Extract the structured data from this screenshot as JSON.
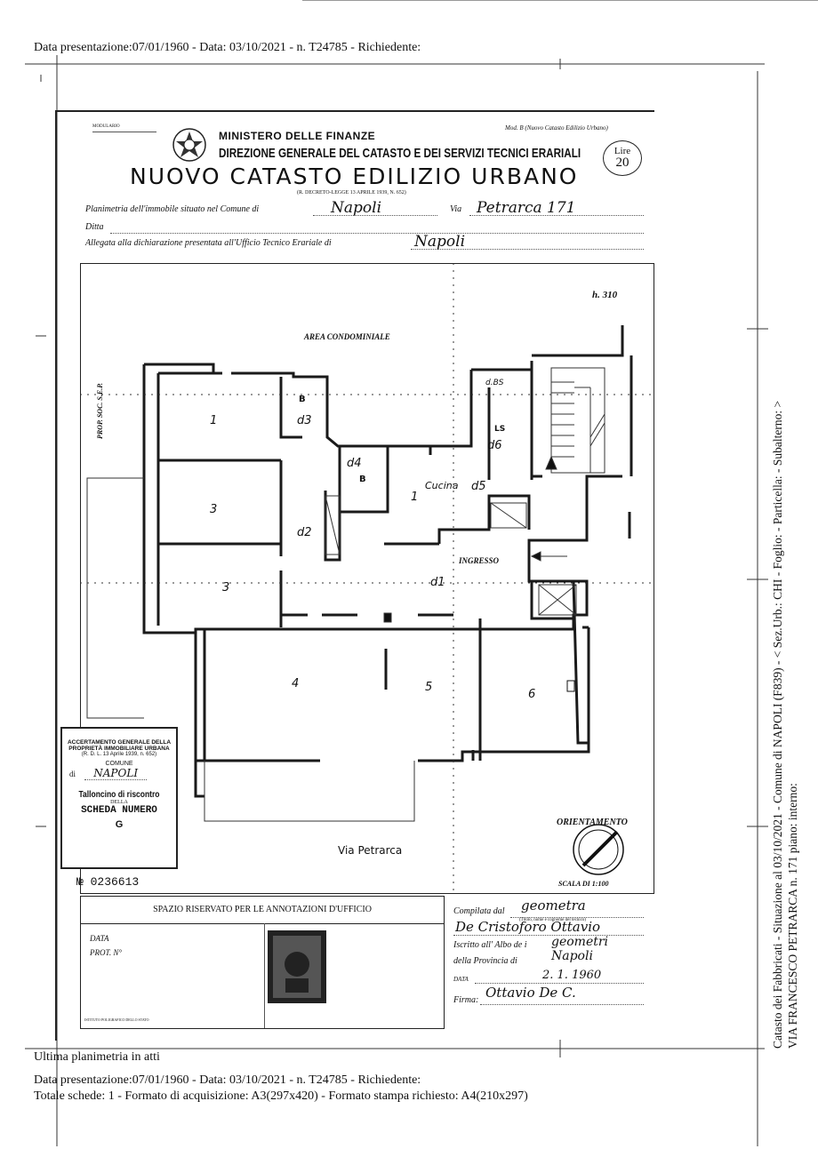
{
  "header_line": "Data presentazione:07/01/1960 - Data: 03/10/2021 - n. T24785 - Richiedente:",
  "form": {
    "top_left_code": "MODULARIO",
    "model_note": "Mod. B (Nuovo Catasto Edilizio Urbano)",
    "ministry": "MINISTERO DELLE FINANZE",
    "directorate": "DIREZIONE GENERALE DEL CATASTO E DEI SERVIZI TECNICI ERARIALI",
    "title": "NUOVO CATASTO EDILIZIO URBANO",
    "decree": "(R. DECRETO-LEGGE 13 APRILE 1939, N. 652)",
    "stamp_lire": "Lire",
    "stamp_value": "20",
    "line1_label": "Planimetria dell'immobile situato nel Comune di",
    "line1_comune": "Napoli",
    "line1_via_label": "Via",
    "line1_via": "Petrarca 171",
    "line2_label": "Ditta",
    "line3_label": "Allegata alla dichiarazione presentata all'Ufficio Tecnico Erariale di",
    "line3_value": "Napoli"
  },
  "plan": {
    "height_note": "h. 310",
    "area_label": "AREA CONDOMINIALE",
    "side_label": "PROP. SOC. S.E.P.",
    "kitchen": "Cucina",
    "entrance": "INGRESSO",
    "street": "Via Petrarca",
    "orientation": "ORIENTAMENTO",
    "scale": "SCALA DI 1:100",
    "rooms": [
      "1",
      "B",
      "d3",
      "B",
      "d4",
      "3",
      "d2",
      "d5",
      "d6",
      "LS",
      "1",
      "d1",
      "3",
      "4",
      "5",
      "6",
      "d.BS"
    ]
  },
  "stamp": {
    "line1": "ACCERTAMENTO GENERALE DELLA",
    "line2": "PROPRIETÀ IMMOBILIARE URBANA",
    "line3": "(R. D. L. 13 Aprile 1939, n. 652)",
    "comune_label": "COMUNE",
    "di": "di",
    "comune_value": "NAPOLI",
    "talloncino": "Talloncino di riscontro",
    "della": "DELLA",
    "scheda": "SCHEDA NUMERO",
    "scheda_value": "G",
    "numero": "№ 0236613"
  },
  "annotations": {
    "title": "SPAZIO RISERVATO PER LE ANNOTAZIONI D'UFFICIO",
    "data_label": "DATA",
    "prot_label": "PROT. N°",
    "footer_tiny": "ISTITUTO POLIGRAFICO DELLO STATO"
  },
  "compiler": {
    "compilata_label": "Compilata dal",
    "compilata_value": "geometra",
    "name_value": "De Cristoforo Ottavio",
    "qualifica_note": "(Titolo, nome e cognome del tecnico)",
    "iscritto_label": "Iscritto all' Albo de i",
    "iscritto_value": "geometri",
    "provincia_label": "della Provincia di",
    "provincia_value": "Napoli",
    "data_label": "DATA",
    "data_value": "2. 1. 1960",
    "firma_label": "Firma:",
    "firma_value": "Ottavio De C."
  },
  "footer": {
    "ultima": "Ultima planimetria in atti",
    "line1": "Data presentazione:07/01/1960 - Data: 03/10/2021 - n. T24785 - Richiedente:",
    "line2": "Totale schede: 1 - Formato di acquisizione: A3(297x420)  - Formato stampa richiesto: A4(210x297)"
  },
  "side_text": {
    "line1": "Catasto dei Fabbricati - Situazione al 03/10/2021 - Comune di NAPOLI (F839) - < Sez.Urb.: CHI - Foglio:  - Particella:    - Subalterno: >",
    "line2": "VIA FRANCESCO PETRARCA n. 171 piano:   interno:"
  }
}
